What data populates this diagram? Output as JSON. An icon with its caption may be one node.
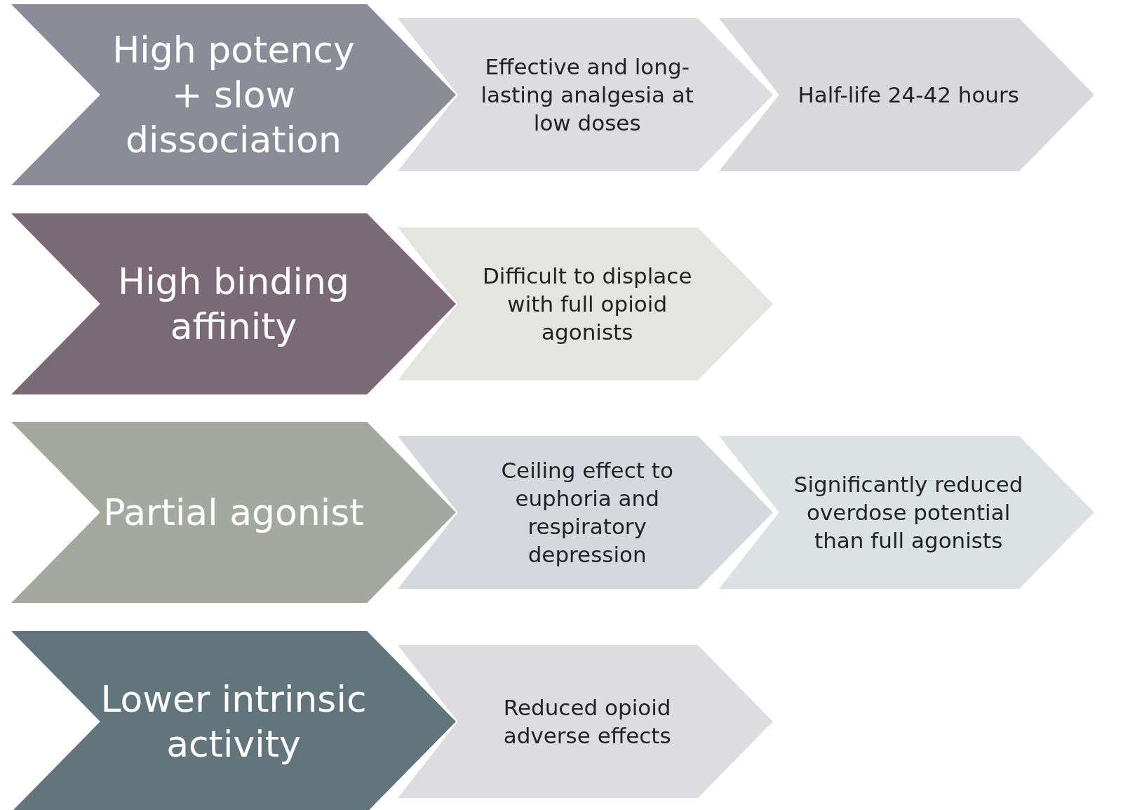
{
  "diagram": {
    "nodes": [
      {
        "text": [
          "High potency + slow dissociation"
        ]
      },
      {
        "text": [
          "Effective and long-lasting analgesia at low doses"
        ]
      },
      {
        "text": [
          "Half-life 24-42 hours"
        ]
      },
      {
        "text": [
          "High binding affinity"
        ]
      },
      {
        "text": [
          "Difficult to displace with full opioid agonists"
        ]
      },
      {
        "text": [
          "Partial agonist"
        ]
      },
      {
        "text": [
          "Ceiling effect to euphoria and respiratory depression"
        ]
      },
      {
        "text": [
          "Significantly reduced overdose potential than full agonists"
        ]
      },
      {
        "text": [
          "Lower intrinsic activity"
        ]
      },
      {
        "text": [
          "Reduced opioid adverse effects"
        ]
      }
    ]
  }
}
